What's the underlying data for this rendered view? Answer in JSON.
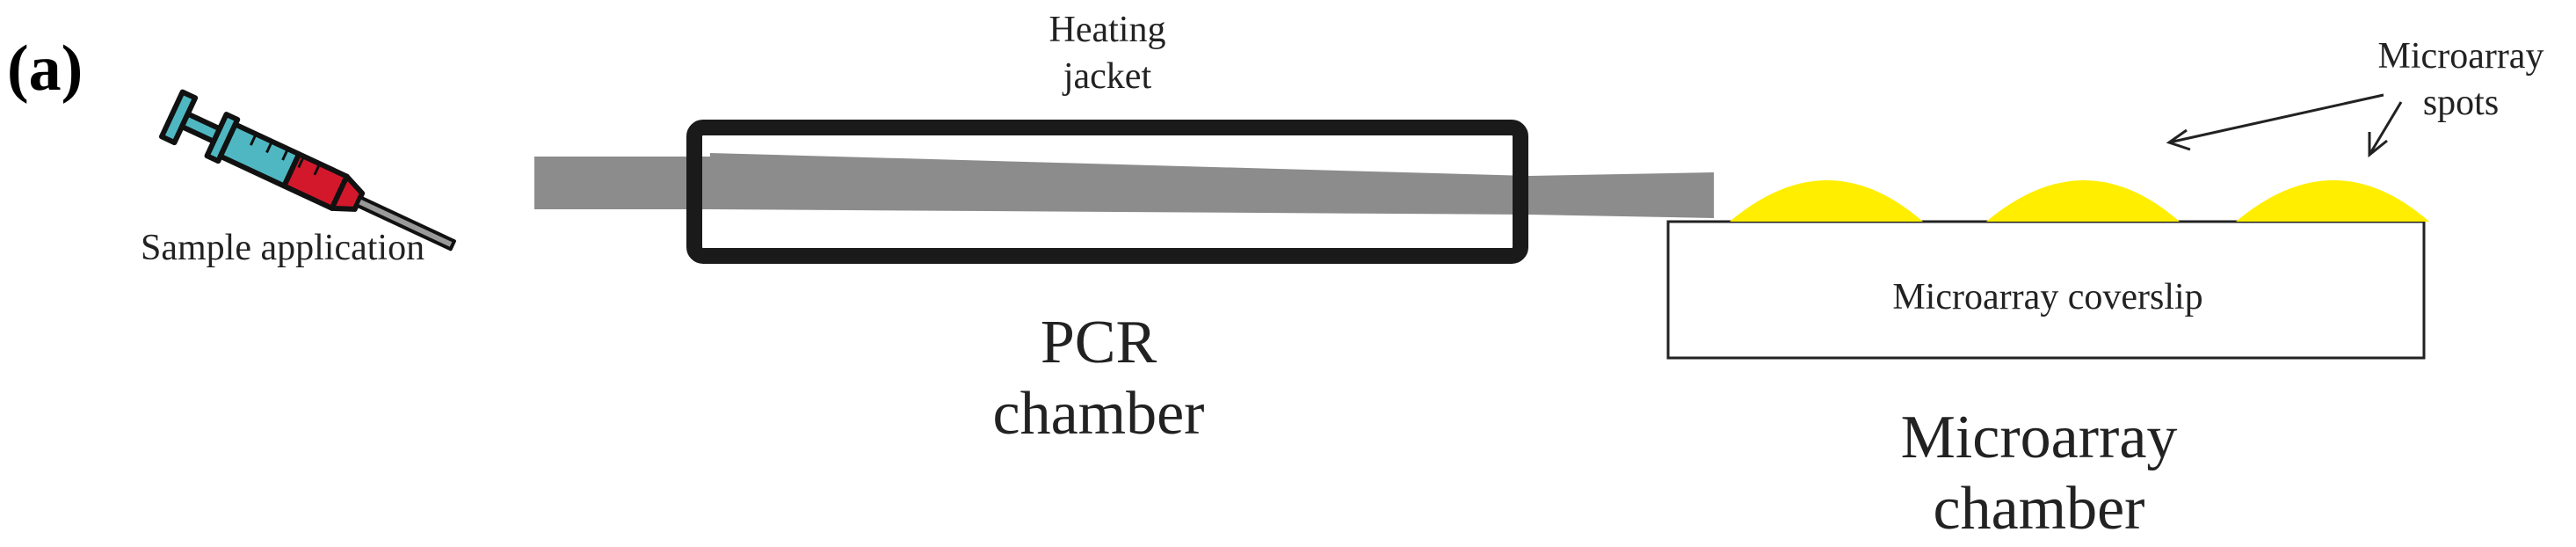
{
  "panel_label": "(a)",
  "labels": {
    "sample_application": "Sample application",
    "heating_jacket": "Heating jacket",
    "pcr_chamber": "PCR chamber",
    "microarray_spots": "Microarray spots",
    "microarray_coverslip": "Microarray coverslip",
    "microarray_chamber": "Microarray chamber"
  },
  "colors": {
    "channel": "#8c8c8c",
    "jacket_border": "#1a1a1a",
    "spot": "#ffee00",
    "syringe_barrel": "#4fb7c2",
    "syringe_sample": "#d4182c",
    "outline": "#222222"
  },
  "icons": {
    "syringe": "syringe-icon"
  }
}
